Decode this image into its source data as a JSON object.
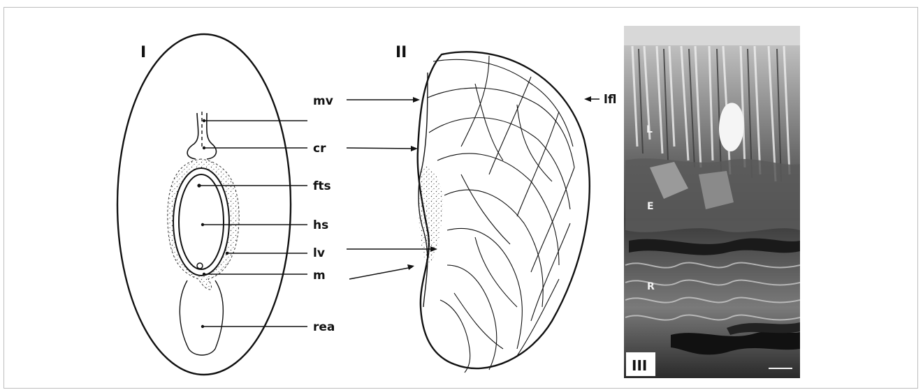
{
  "panels": {
    "panel_1": "I",
    "panel_2": "II",
    "panel_3": "III"
  },
  "labels": {
    "mv": "mv",
    "cr": "cr",
    "fts": "fts",
    "hs": "hs",
    "lv": "lv",
    "m": "m",
    "rea": "rea",
    "lfl": "lfl"
  },
  "micrograph_labels": {
    "L": "L",
    "E": "E",
    "R": "R"
  },
  "colors": {
    "line": "#111111",
    "micrograph_dark": "#2b2b2b",
    "micrograph_mid": "#8a8a8a",
    "micrograph_light": "#e6e6e6"
  }
}
